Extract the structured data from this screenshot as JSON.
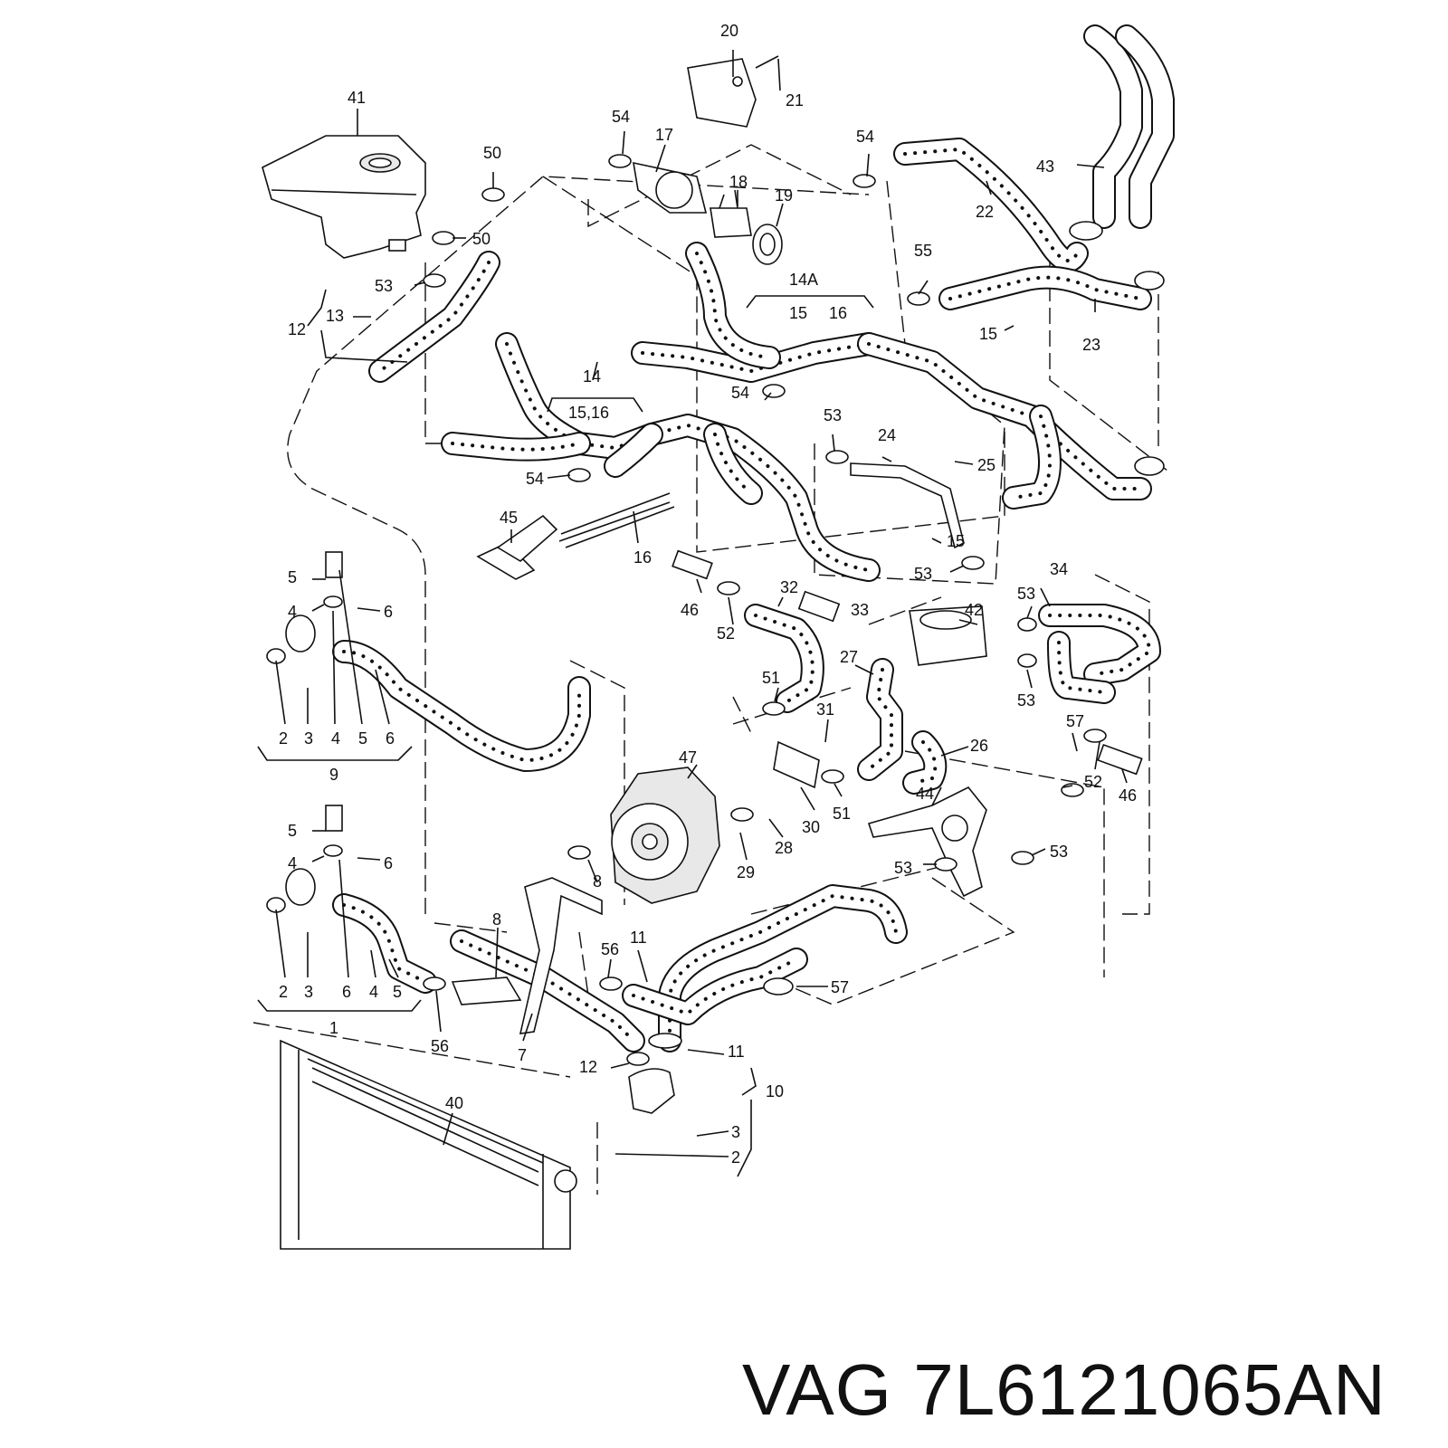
{
  "part_label": "VAG 7L6121065AN",
  "callouts": [
    "20",
    "21",
    "41",
    "54",
    "17",
    "18",
    "19",
    "50",
    "50",
    "53",
    "54",
    "43",
    "22",
    "13",
    "12",
    "14A",
    "15",
    "16",
    "55",
    "15",
    "23",
    "14",
    "15,16",
    "54",
    "54",
    "45",
    "16",
    "53",
    "24",
    "25",
    "15",
    "53",
    "5",
    "4",
    "6",
    "2",
    "3",
    "4",
    "5",
    "6",
    "9",
    "46",
    "52",
    "32",
    "33",
    "42",
    "34",
    "53",
    "53",
    "51",
    "27",
    "26",
    "31",
    "47",
    "57",
    "52",
    "46",
    "30",
    "51",
    "28",
    "29",
    "44",
    "53",
    "53",
    "8",
    "5",
    "4",
    "6",
    "2",
    "3",
    "6",
    "4",
    "5",
    "1",
    "56",
    "8",
    "7",
    "56",
    "11",
    "12",
    "11",
    "10",
    "57",
    "3",
    "2",
    "40"
  ]
}
